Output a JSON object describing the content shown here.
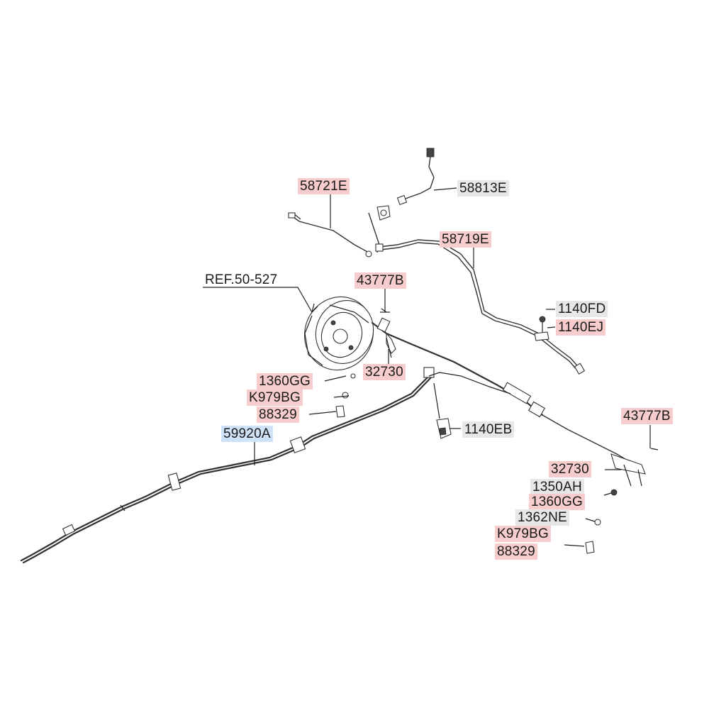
{
  "labels": {
    "l58721e": "58721E",
    "l58813e": "58813E",
    "l58719e": "58719E",
    "lref": "REF.50-527",
    "l43777b_top": "43777B",
    "l1140fd": "1140FD",
    "l1140ej": "1140EJ",
    "l32730_top": "32730",
    "l1360gg_left": "1360GG",
    "lk979bg_left": "K979BG",
    "l88329_left": "88329",
    "l59920a": "59920A",
    "l1140eb": "1140EB",
    "l43777b_right": "43777B",
    "l32730_right": "32730",
    "l1350ah": "1350AH",
    "l1360gg_right": "1360GG",
    "l1362ne": "1362NE",
    "lk979bg_right": "K979BG",
    "l88329_right": "88329"
  },
  "colors": {
    "highlight_pink": "#f6cccc",
    "highlight_grey": "#e7e7e7",
    "highlight_blue": "#cfe2f7"
  }
}
